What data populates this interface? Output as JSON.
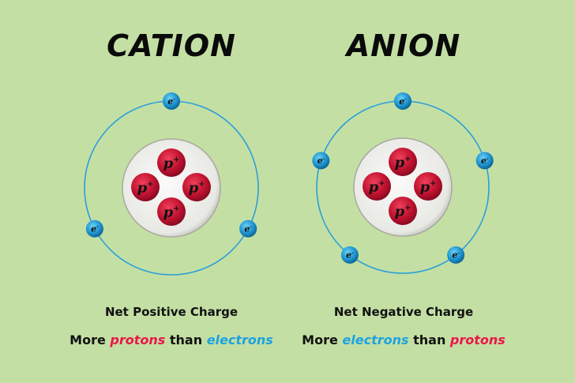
{
  "colors": {
    "background": "#c4dfa4",
    "proton": "#c0112f",
    "electron": "#1b93cf",
    "protons_word": "#e8174a",
    "electrons_word": "#1ea2e0",
    "orbit": "#2a9fd8"
  },
  "proton_label": "p+",
  "electron_label": "e-",
  "cation": {
    "title": "CATION",
    "protons": 4,
    "electrons": 3,
    "charge": "Net Positive Charge",
    "line": {
      "w1": "More",
      "w2": "protons",
      "w3": "than",
      "w4": "electrons"
    }
  },
  "anion": {
    "title": "ANION",
    "protons": 4,
    "electrons": 5,
    "charge": "Net Negative Charge",
    "line": {
      "w1": "More",
      "w2": "electrons",
      "w3": "than",
      "w4": "protons"
    }
  }
}
